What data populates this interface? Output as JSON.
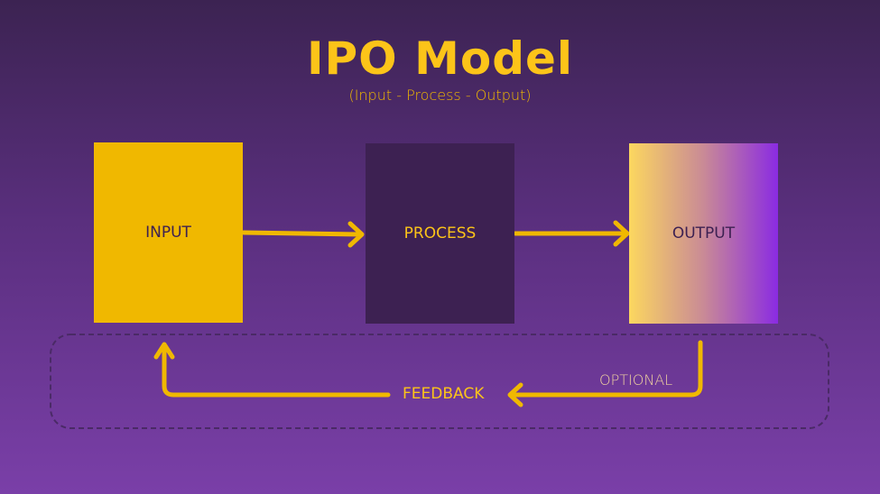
{
  "title": "IPO Model",
  "subtitle": "(Input - Process - Output)",
  "nodes": {
    "input": "INPUT",
    "process": "PROCESS",
    "output": "OUTPUT"
  },
  "edges": {
    "feedback": "FEEDBACK",
    "optional": "OPTIONAL"
  },
  "colors": {
    "accent": "#f0b800",
    "process_bg": "#3d2152"
  }
}
